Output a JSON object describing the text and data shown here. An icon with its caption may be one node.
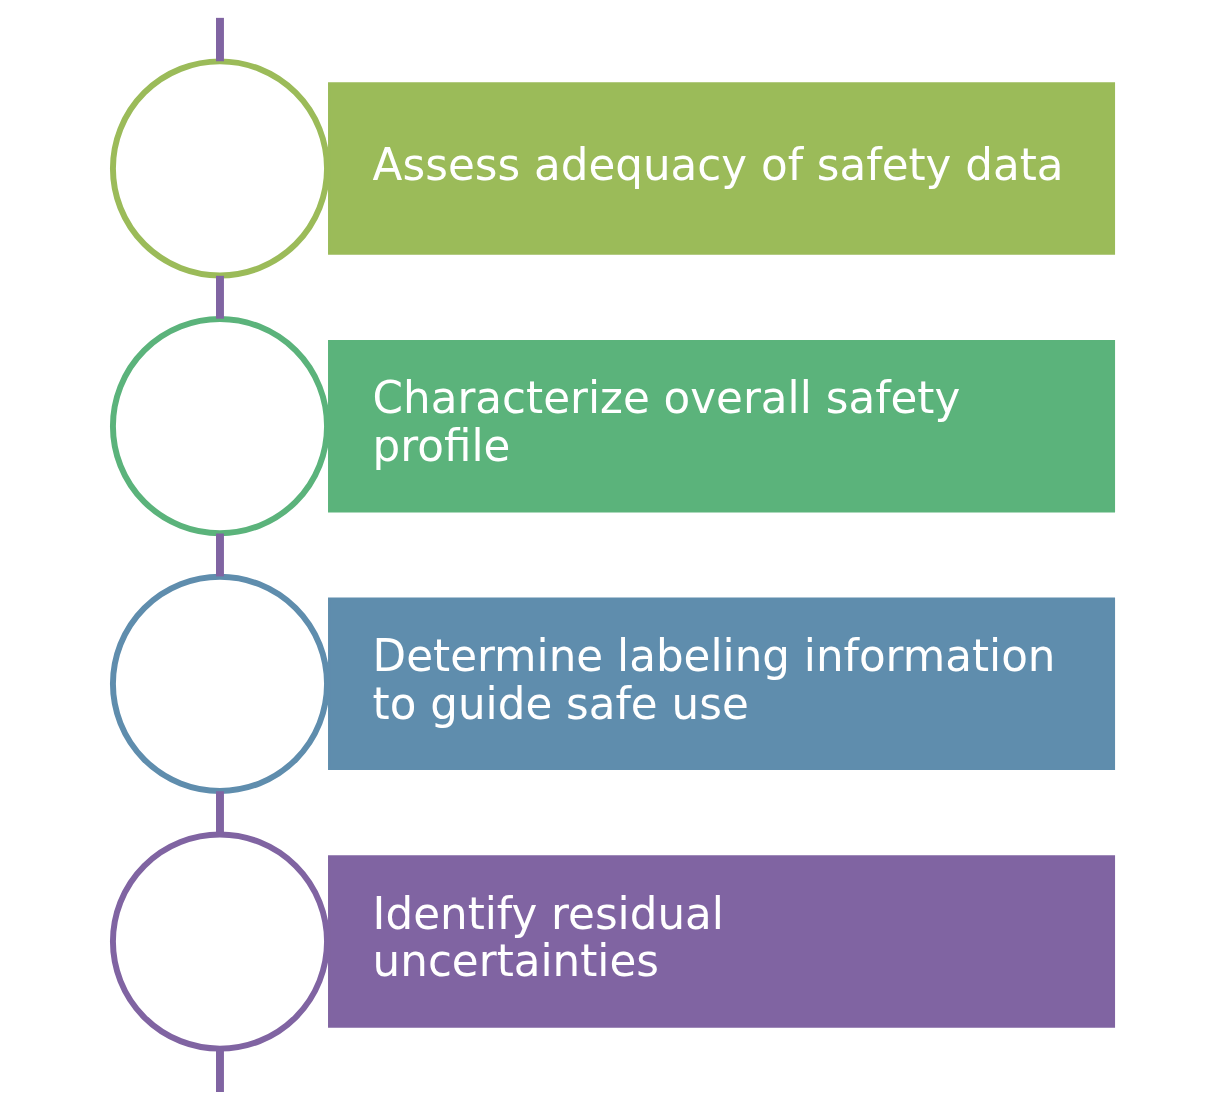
{
  "diagram": {
    "nodes": [
      {
        "text": [],
        "shape": "circle"
      },
      {
        "text": [
          "Assess adequacy of safety data"
        ]
      },
      {
        "text": [],
        "shape": "circle"
      },
      {
        "text": [
          "Characterize overall safety profile"
        ]
      },
      {
        "text": [],
        "shape": "circle"
      },
      {
        "text": [
          "Determine labeling information to guide safe use"
        ]
      },
      {
        "text": [],
        "shape": "circle"
      },
      {
        "text": [
          "Identify residual uncertainties"
        ]
      }
    ],
    "edges": [
      {
        "from": null,
        "to": 0,
        "arrow": "none"
      },
      {
        "from": 0,
        "to": 2,
        "arrow": "none"
      },
      {
        "from": 2,
        "to": 4,
        "arrow": "none"
      },
      {
        "from": 4,
        "to": 6,
        "arrow": "none"
      },
      {
        "from": 6,
        "to": null,
        "arrow": "none"
      }
    ]
  }
}
